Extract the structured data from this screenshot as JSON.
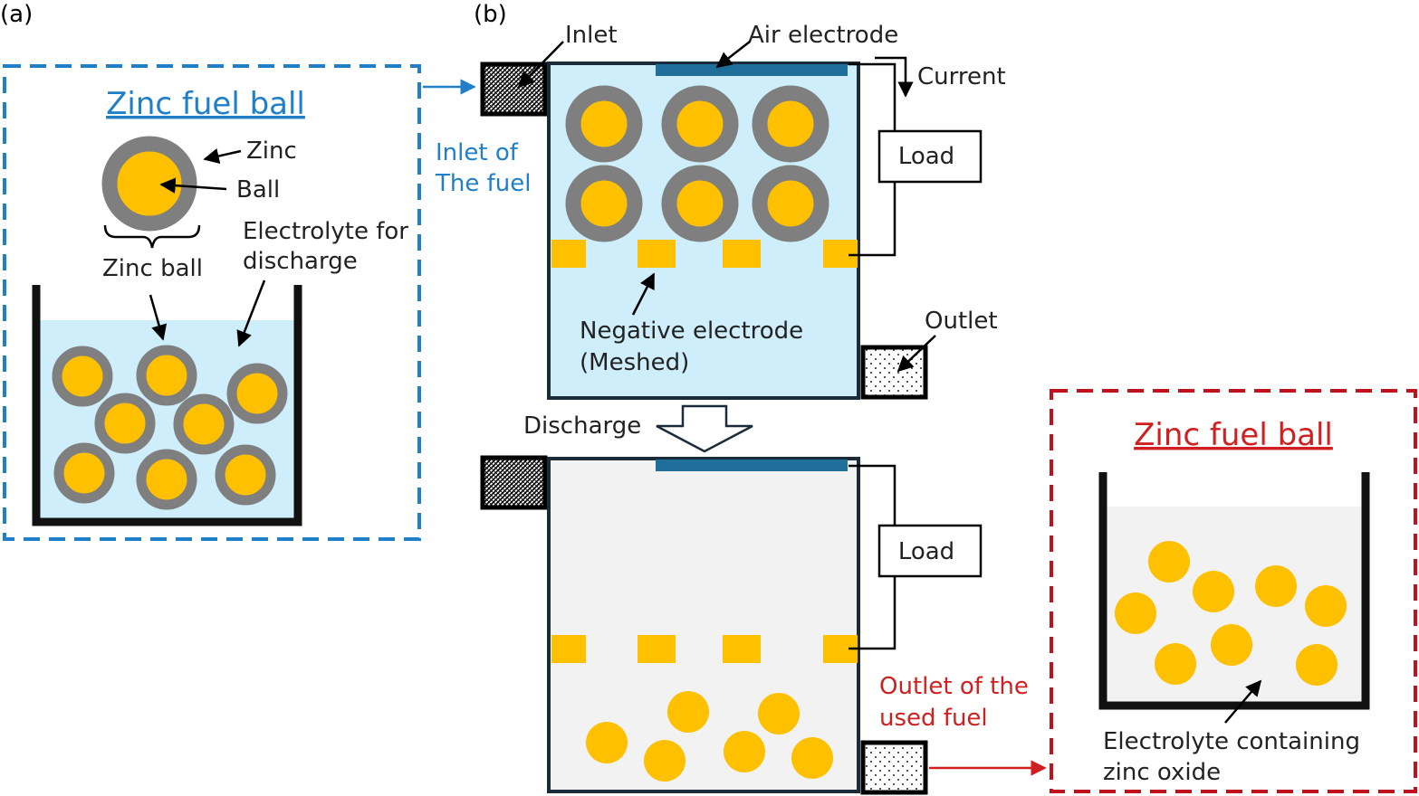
{
  "panels": {
    "a": "(a)",
    "b": "(b)"
  },
  "left_box": {
    "title": "Zinc fuel ball",
    "zinc_label": "Zinc",
    "ball_label": "Ball",
    "zinc_ball_label": "Zinc ball",
    "electrolyte_line1": "Electrolyte for",
    "electrolyte_line2": "discharge"
  },
  "cell": {
    "inlet": "Inlet",
    "air_electrode": "Air electrode",
    "current": "Current",
    "load_top": "Load",
    "load_bottom": "Load",
    "inlet_fuel_line1": "Inlet of",
    "inlet_fuel_line2": "The fuel",
    "negative_line1": "Negative electrode",
    "negative_line2": "(Meshed)",
    "outlet": "Outlet",
    "discharge": "Discharge",
    "outlet_used_line1": "Outlet of the",
    "outlet_used_line2": "used fuel"
  },
  "right_box": {
    "title": "Zinc fuel ball",
    "electrolyte_line1": "Electrolyte containing",
    "electrolyte_line2": "zinc oxide"
  },
  "colors": {
    "blue_accent": "#1f7fc9",
    "red_accent": "#d11f1f",
    "zinc_gray": "#7f7f7f",
    "ball_yellow": "#ffc000",
    "electrolyte_blue": "#cdeefa",
    "spent_gray": "#f2f2f2",
    "air_electrode": "#1f6f9a"
  }
}
